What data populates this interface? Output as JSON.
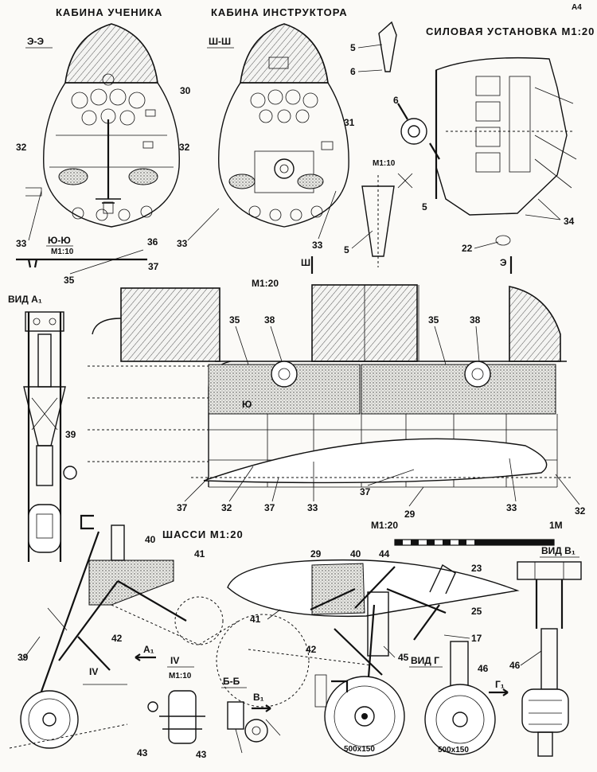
{
  "titles": {
    "student_cockpit": "КАБИНА УЧЕНИКА",
    "instructor_cockpit": "КАБИНА ИНСТРУКТОРА",
    "power_plant": "СИЛОВАЯ УСТАНОВКА М1:20",
    "side_scale": "М1:20",
    "chassis": "ШАССИ М1:20",
    "scale_bar_left": "М1:20",
    "scale_bar_right": "1М",
    "corner_mark": "А4"
  },
  "section_labels": {
    "e_e": "Э-Э",
    "sh_sh": "Ш-Ш",
    "yu_yu": "Ю-Ю",
    "yu_scale": "М1:10",
    "prop_scale": "М1:10",
    "view_a": "ВИД А₁",
    "view_v": "ВИД В₁",
    "view_g": "ВИД Г",
    "b_b": "Б-Б",
    "iv": "IV",
    "iv_scale": "М1:10",
    "a1": "А₁",
    "v1": "В₁",
    "g1": "Г₁",
    "sh_mark": "Ш",
    "e_mark": "Э",
    "yu_mark": "Ю",
    "ryu_side": "Ю"
  },
  "callouts": {
    "c30": "30",
    "c31": "31",
    "c32a": "32",
    "c32b": "32",
    "c33a": "33",
    "c33b": "33",
    "c36": "36",
    "c37a": "37",
    "c35a": "35",
    "c5a": "5",
    "c6a": "6",
    "c6b": "6",
    "c5b": "5",
    "c5c": "5",
    "c34": "34",
    "c22": "22",
    "c35b": "35",
    "c38a": "38",
    "c35c": "35",
    "c38b": "38",
    "c39a": "39",
    "c37b": "37",
    "c32c": "32",
    "c37c": "37",
    "c33c": "33",
    "c37d": "37",
    "c29a": "29",
    "c33d": "33",
    "c32d": "32",
    "c40a": "40",
    "c41a": "41",
    "c42a": "42",
    "c39b": "39",
    "c43a": "43",
    "c43b": "43",
    "c29b": "29",
    "c40b": "40",
    "c44": "44",
    "c23": "23",
    "c25": "25",
    "c41b": "41",
    "c42b": "42",
    "c45": "45",
    "c17": "17",
    "c46a": "46",
    "c46b": "46"
  },
  "tire_text": "500х150"
}
